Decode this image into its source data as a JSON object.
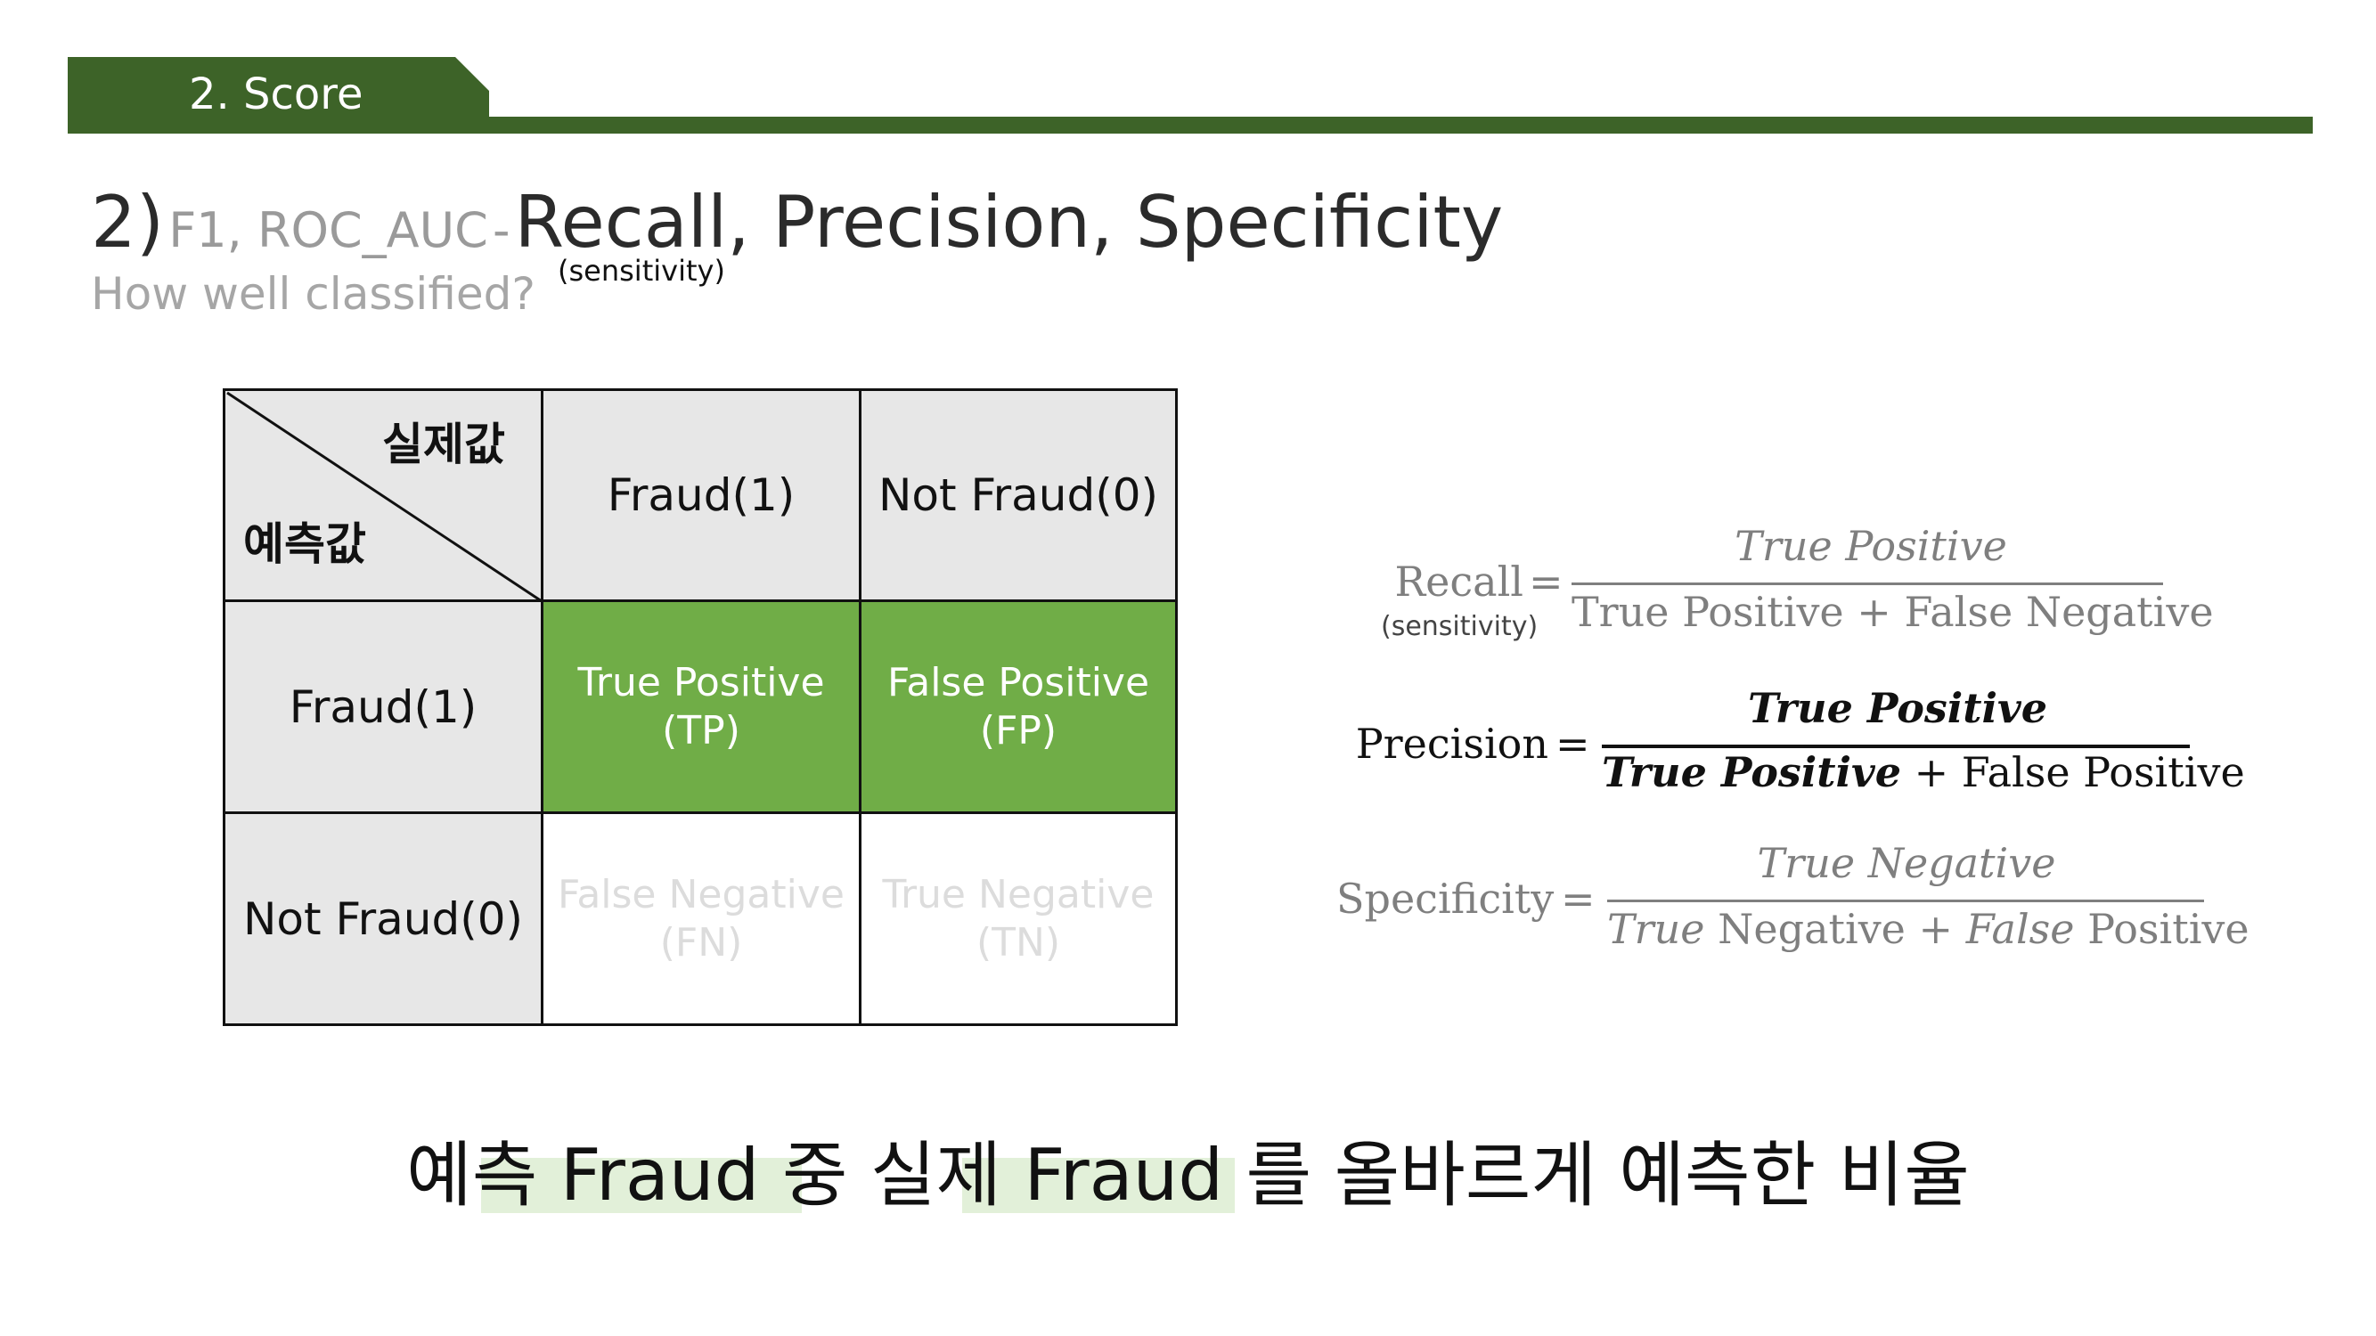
{
  "header": {
    "section": "2. Score"
  },
  "title": {
    "number": "2)",
    "subtopic": "F1, ROC_AUC",
    "dash": "-",
    "main": "Recall, Precision, Specificity",
    "sensitivity_note": "(sensitivity)",
    "subtitle": "How well classified?"
  },
  "matrix": {
    "corner_actual": "실제값",
    "corner_predicted": "예측값",
    "col_headers": [
      "Fraud(1)",
      "Not Fraud(0)"
    ],
    "row_headers": [
      "Fraud(1)",
      "Not Fraud(0)"
    ],
    "cells": [
      [
        {
          "line1": "True Positive",
          "line2": "(TP)"
        },
        {
          "line1": "False Positive",
          "line2": "(FP)"
        }
      ],
      [
        {
          "line1": "False Negative",
          "line2": "(FN)"
        },
        {
          "line1": "True Negative",
          "line2": "(TN)"
        }
      ]
    ],
    "colors": {
      "header_bg": "#e7e7e7",
      "highlight_bg": "#70ad47",
      "faded_text": "#dcdcdc"
    }
  },
  "formulas": {
    "recall": {
      "label": "Recall",
      "eq": "=",
      "sub": "(sensitivity)",
      "numerator": "True Positive",
      "den_a": "True Positive",
      "den_plus": "+",
      "den_b": "False Negative"
    },
    "precision": {
      "label": "Precision",
      "eq": "=",
      "numerator": "True Positive",
      "den_a": "True Positive",
      "den_plus": "+",
      "den_b": "False Positive"
    },
    "specificity": {
      "label": "Specificity",
      "eq": "=",
      "numerator": "True Negative",
      "den_a": "True",
      "den_a2": "Negative",
      "den_plus": "+",
      "den_b": "False",
      "den_b2": "Positive"
    }
  },
  "bottom_text": {
    "part1": "예측",
    "part2": "Fraud",
    "part3": "중",
    "part4": "실제 Fraud",
    "part5": "를 올바르게 예측한 비율"
  },
  "colors": {
    "brand_green": "#3d6328",
    "highlight_light": "#e2f0d9"
  }
}
